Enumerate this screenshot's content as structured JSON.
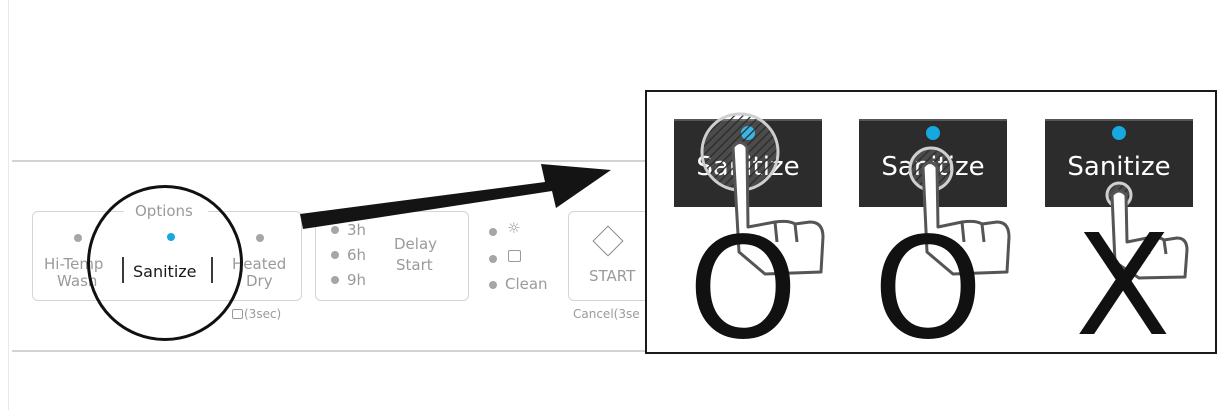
{
  "panel": {
    "options_title": "Options",
    "hitemp_line1": "Hi-Temp",
    "hitemp_line2": "Wash",
    "sanitize": "Sanitize",
    "heated_line1": "Heated",
    "heated_line2": "Dry",
    "lock_hold": "(3sec)",
    "delay_3h": "3h",
    "delay_6h": "6h",
    "delay_9h": "9h",
    "delay_line1": "Delay",
    "delay_line2": "Start",
    "clean": "Clean",
    "start": "START",
    "cancel": "Cancel(3se"
  },
  "zoom": {
    "button_label": "Sanitize",
    "marks": [
      "O",
      "O",
      "X"
    ]
  },
  "colors": {
    "indicator_on": "#18a8e0",
    "indicator_off": "#a6a6a6",
    "button_bg": "#2c2c2c"
  }
}
